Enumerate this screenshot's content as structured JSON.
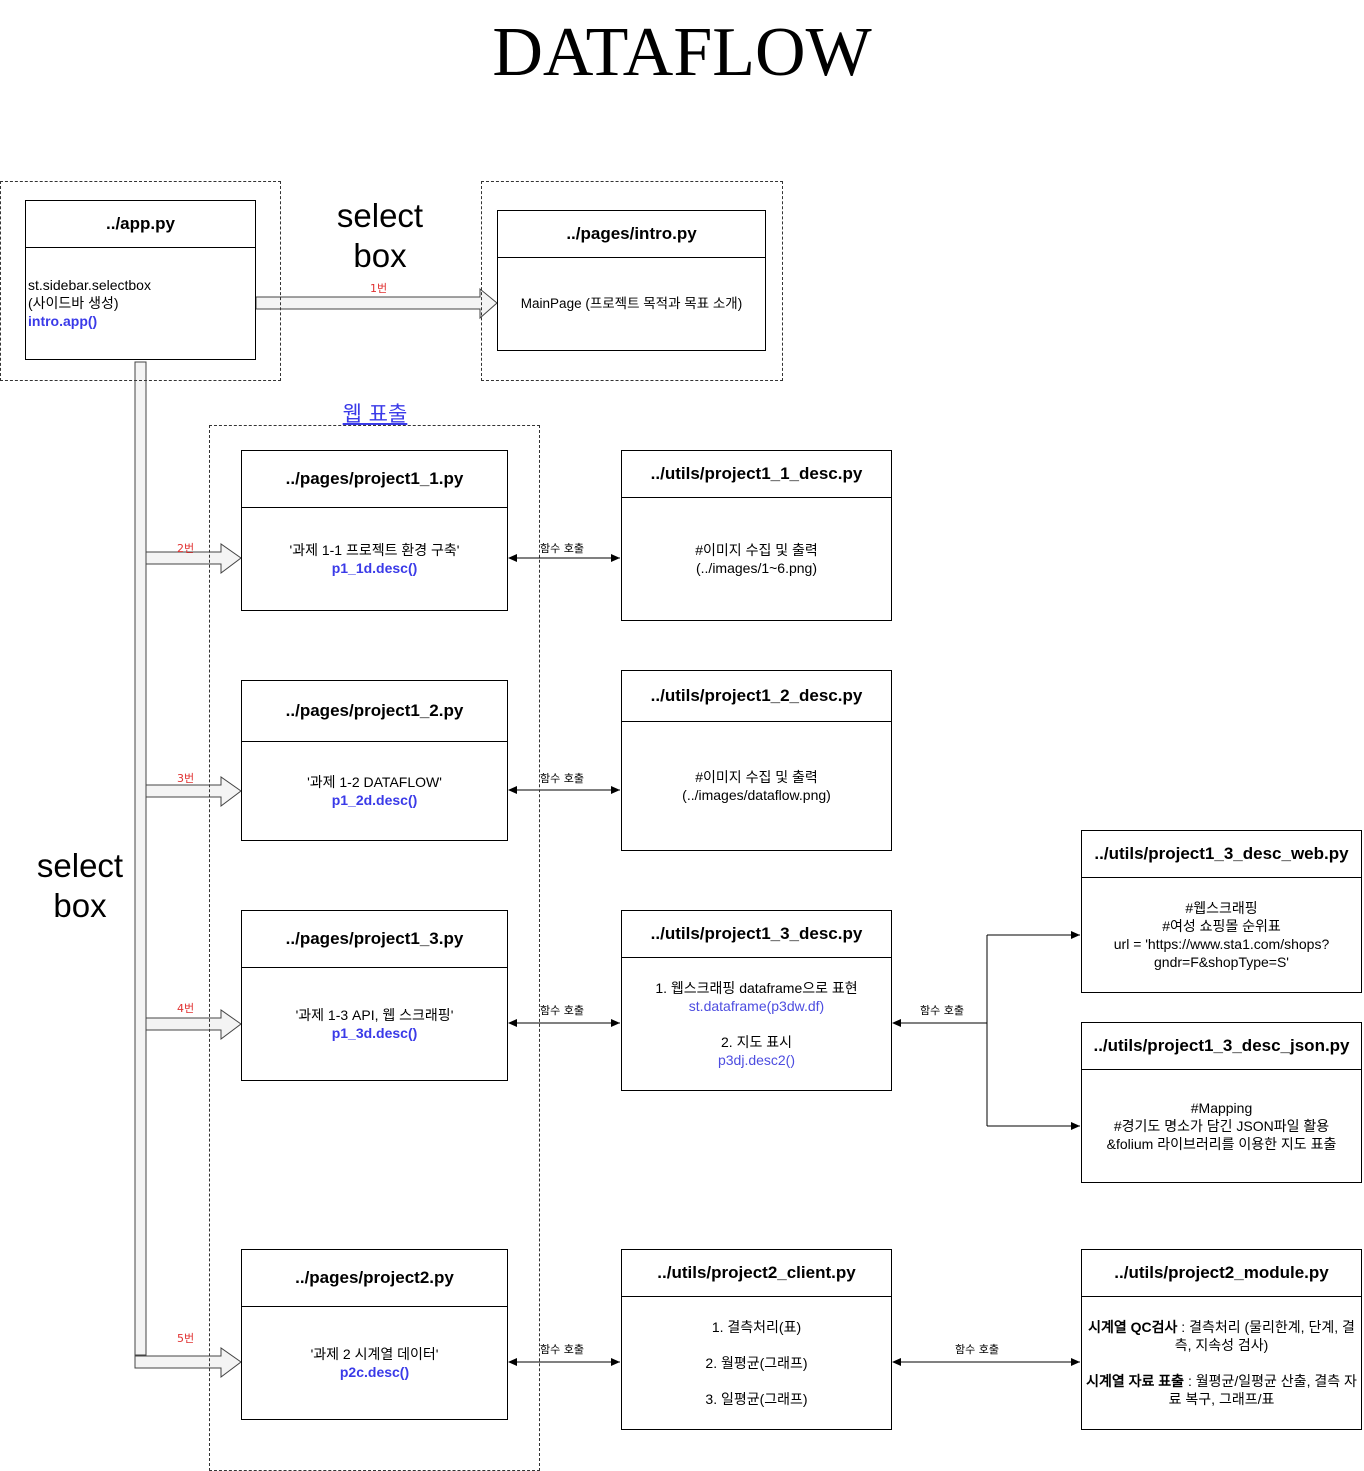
{
  "title": "DATAFLOW",
  "labels": {
    "select_box_top": [
      "select",
      "box"
    ],
    "select_box_left": [
      "select",
      "box"
    ],
    "web_output": "웹 표출",
    "call": "함수 호출",
    "step1": "1번",
    "step2": "2번",
    "step3": "3번",
    "step4": "4번",
    "step5": "5번"
  },
  "nodes": {
    "app": {
      "title": "../app.py",
      "lines": [
        "st.sidebar.selectbox",
        "(사이드바 생성)"
      ],
      "call": "intro.app()"
    },
    "intro": {
      "title": "../pages/intro.py",
      "lines": [
        "MainPage (프로젝트 목적과 목표 소개)"
      ]
    },
    "p1_1": {
      "title": "../pages/project1_1.py",
      "lines": [
        "'과제 1-1 프로젝트 환경 구축'"
      ],
      "call": "p1_1d.desc()"
    },
    "p1_2": {
      "title": "../pages/project1_2.py",
      "lines": [
        "'과제 1-2 DATAFLOW'"
      ],
      "call": "p1_2d.desc()"
    },
    "p1_3": {
      "title": "../pages/project1_3.py",
      "lines": [
        "'과제 1-3 API, 웹 스크래핑'"
      ],
      "call": "p1_3d.desc()"
    },
    "p2": {
      "title": "../pages/project2.py",
      "lines": [
        "'과제 2 시계열 데이터'"
      ],
      "call": "p2c.desc()"
    },
    "u1_1": {
      "title": "../utils/project1_1_desc.py",
      "lines": [
        "#이미지 수집 및 출력",
        "(../images/1~6.png)"
      ]
    },
    "u1_2": {
      "title": "../utils/project1_2_desc.py",
      "lines": [
        "#이미지 수집 및 출력",
        "(../images/dataflow.png)"
      ]
    },
    "u1_3": {
      "title": "../utils/project1_3_desc.py",
      "item1": "1. 웹스크래핑 dataframe으로 표현",
      "item1_call": "st.dataframe(p3dw.df)",
      "item2": "2. 지도 표시",
      "item2_call": "p3dj.desc2()"
    },
    "u1_3_web": {
      "title": "../utils/project1_3_desc_web.py",
      "lines": [
        "#웹스크래핑",
        "#여성 쇼핑몰 순위표",
        "url = 'https://www.sta1.com/shops?",
        "gndr=F&shopType=S'"
      ]
    },
    "u1_3_json": {
      "title": "../utils/project1_3_desc_json.py",
      "lines": [
        "#Mapping",
        "#경기도 명소가 담긴 JSON파일 활용",
        "&folium 라이브러리를 이용한 지도 표출"
      ]
    },
    "u2_client": {
      "title": "../utils/project2_client.py",
      "lines": [
        "1. 결측처리(표)",
        "2. 월평균(그래프)",
        "3. 일평균(그래프)"
      ]
    },
    "u2_module": {
      "title": "../utils/project2_module.py",
      "qc_label": "시계열 QC검사",
      "qc_text": " : 결측처리 (물리한계, 단계, 결측, 지속성 검사)",
      "out_label": "시계열 자료 표출",
      "out_text": " : 월평균/일평균 산출, 결측 자료 복구, 그래프/표"
    }
  }
}
